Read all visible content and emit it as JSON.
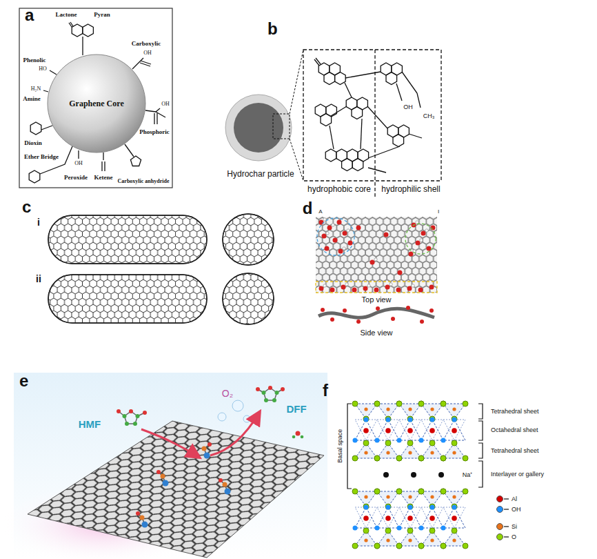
{
  "diagram": {
    "nodes": [
      {
        "text": [
          "Graphene Core"
        ]
      }
    ],
    "labels": [
      "a",
      "Lactone",
      "Pyran",
      "Phenolic",
      "HO",
      "Carboxylic",
      "OH",
      "H₂N",
      "Amine",
      "OH",
      "Phosphoric",
      "Dioxin",
      "Ether Bridge",
      "OH",
      "Peroxide",
      "Ketene",
      "Carboxylic anhydride",
      "b",
      "Hydrochar particle",
      "hydrophobic core",
      "hydrophilic shell",
      "OH",
      "CH₃",
      "c",
      "i",
      "ii",
      "d",
      "A",
      "I",
      "Top view",
      "Side view",
      "e",
      "HMF",
      "O₂",
      "DFF",
      "f",
      "Tetrahedral sheet",
      "Octahedral sheet",
      "Tetrahedral sheet",
      "Interlayer or gallery",
      "Basal space",
      "Na⁺"
    ],
    "legend": [
      {
        "text": "Al",
        "color": "#d40000"
      },
      {
        "text": "OH",
        "color": "#1e90ff"
      },
      {
        "text": "Si",
        "color": "#e8731a"
      },
      {
        "text": "O",
        "color": "#8fd400"
      }
    ]
  }
}
